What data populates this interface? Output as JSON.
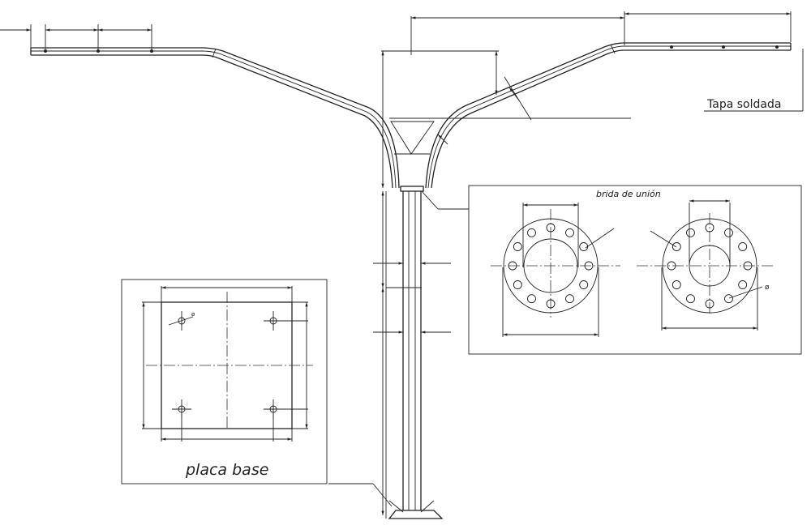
{
  "labels": {
    "end_cap": "Tapa soldada",
    "flange_title": "brida de unión",
    "base_plate_title": "placa base",
    "flange_hole_diameter": "ø",
    "base_hole_diameter": "ø"
  },
  "colors": {
    "line": "#222222",
    "background": "#ffffff"
  }
}
